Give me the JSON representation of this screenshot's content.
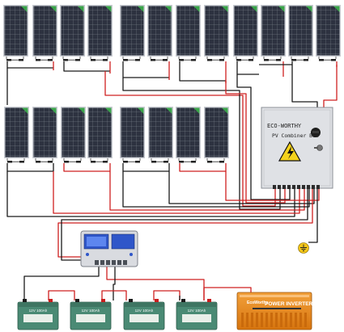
{
  "combiner_box": {
    "brand_text": "ECO-WORTHY",
    "label_text": "PV Combiner Box",
    "warning_icon": "high-voltage-warning-icon"
  },
  "charge_controller": {
    "icon": "charge-controller-display-icon"
  },
  "batteries": [
    {
      "label": "12V 100Ah"
    },
    {
      "label": "12V 100Ah"
    },
    {
      "label": "12V 100Ah"
    },
    {
      "label": "12V 100Ah"
    }
  ],
  "inverter": {
    "brand_text": "EcoWorthy",
    "label_text": "POWER INVERTER"
  },
  "ground": {
    "icon": "ground-symbol-icon"
  },
  "colors": {
    "panel_cell": "#2d3240",
    "panel_frame": "#c9ccd2",
    "panel_badge": "#3aa54a",
    "wire_red": "#cf2020",
    "wire_black": "#1a1a1a",
    "combiner_box": "#dfe1e5",
    "battery_body": "#4a8a74",
    "inverter_body": "#e6861a"
  },
  "panel_count": 20
}
